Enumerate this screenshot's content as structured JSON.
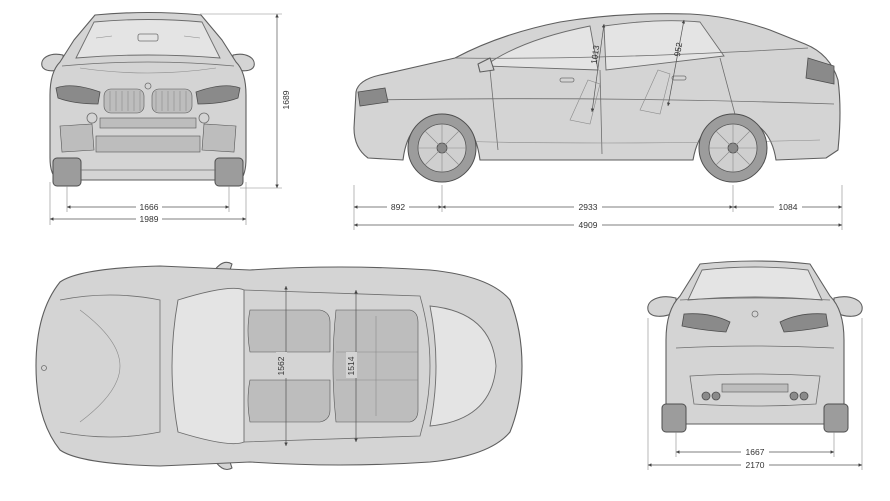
{
  "views": {
    "front": {
      "height": "1689",
      "track": "1666",
      "width": "1989"
    },
    "side": {
      "front_overhang": "892",
      "wheelbase": "2933",
      "rear_overhang": "1084",
      "length": "4909",
      "front_headroom": "1013",
      "rear_headroom": "952"
    },
    "top": {
      "front_shoulder": "1562",
      "rear_shoulder": "1514"
    },
    "rear": {
      "track": "1667",
      "width_with_mirrors": "2170"
    }
  },
  "colors": {
    "body": "#d4d4d4",
    "outline": "#5e5e5e",
    "dimension_line": "#555555"
  }
}
